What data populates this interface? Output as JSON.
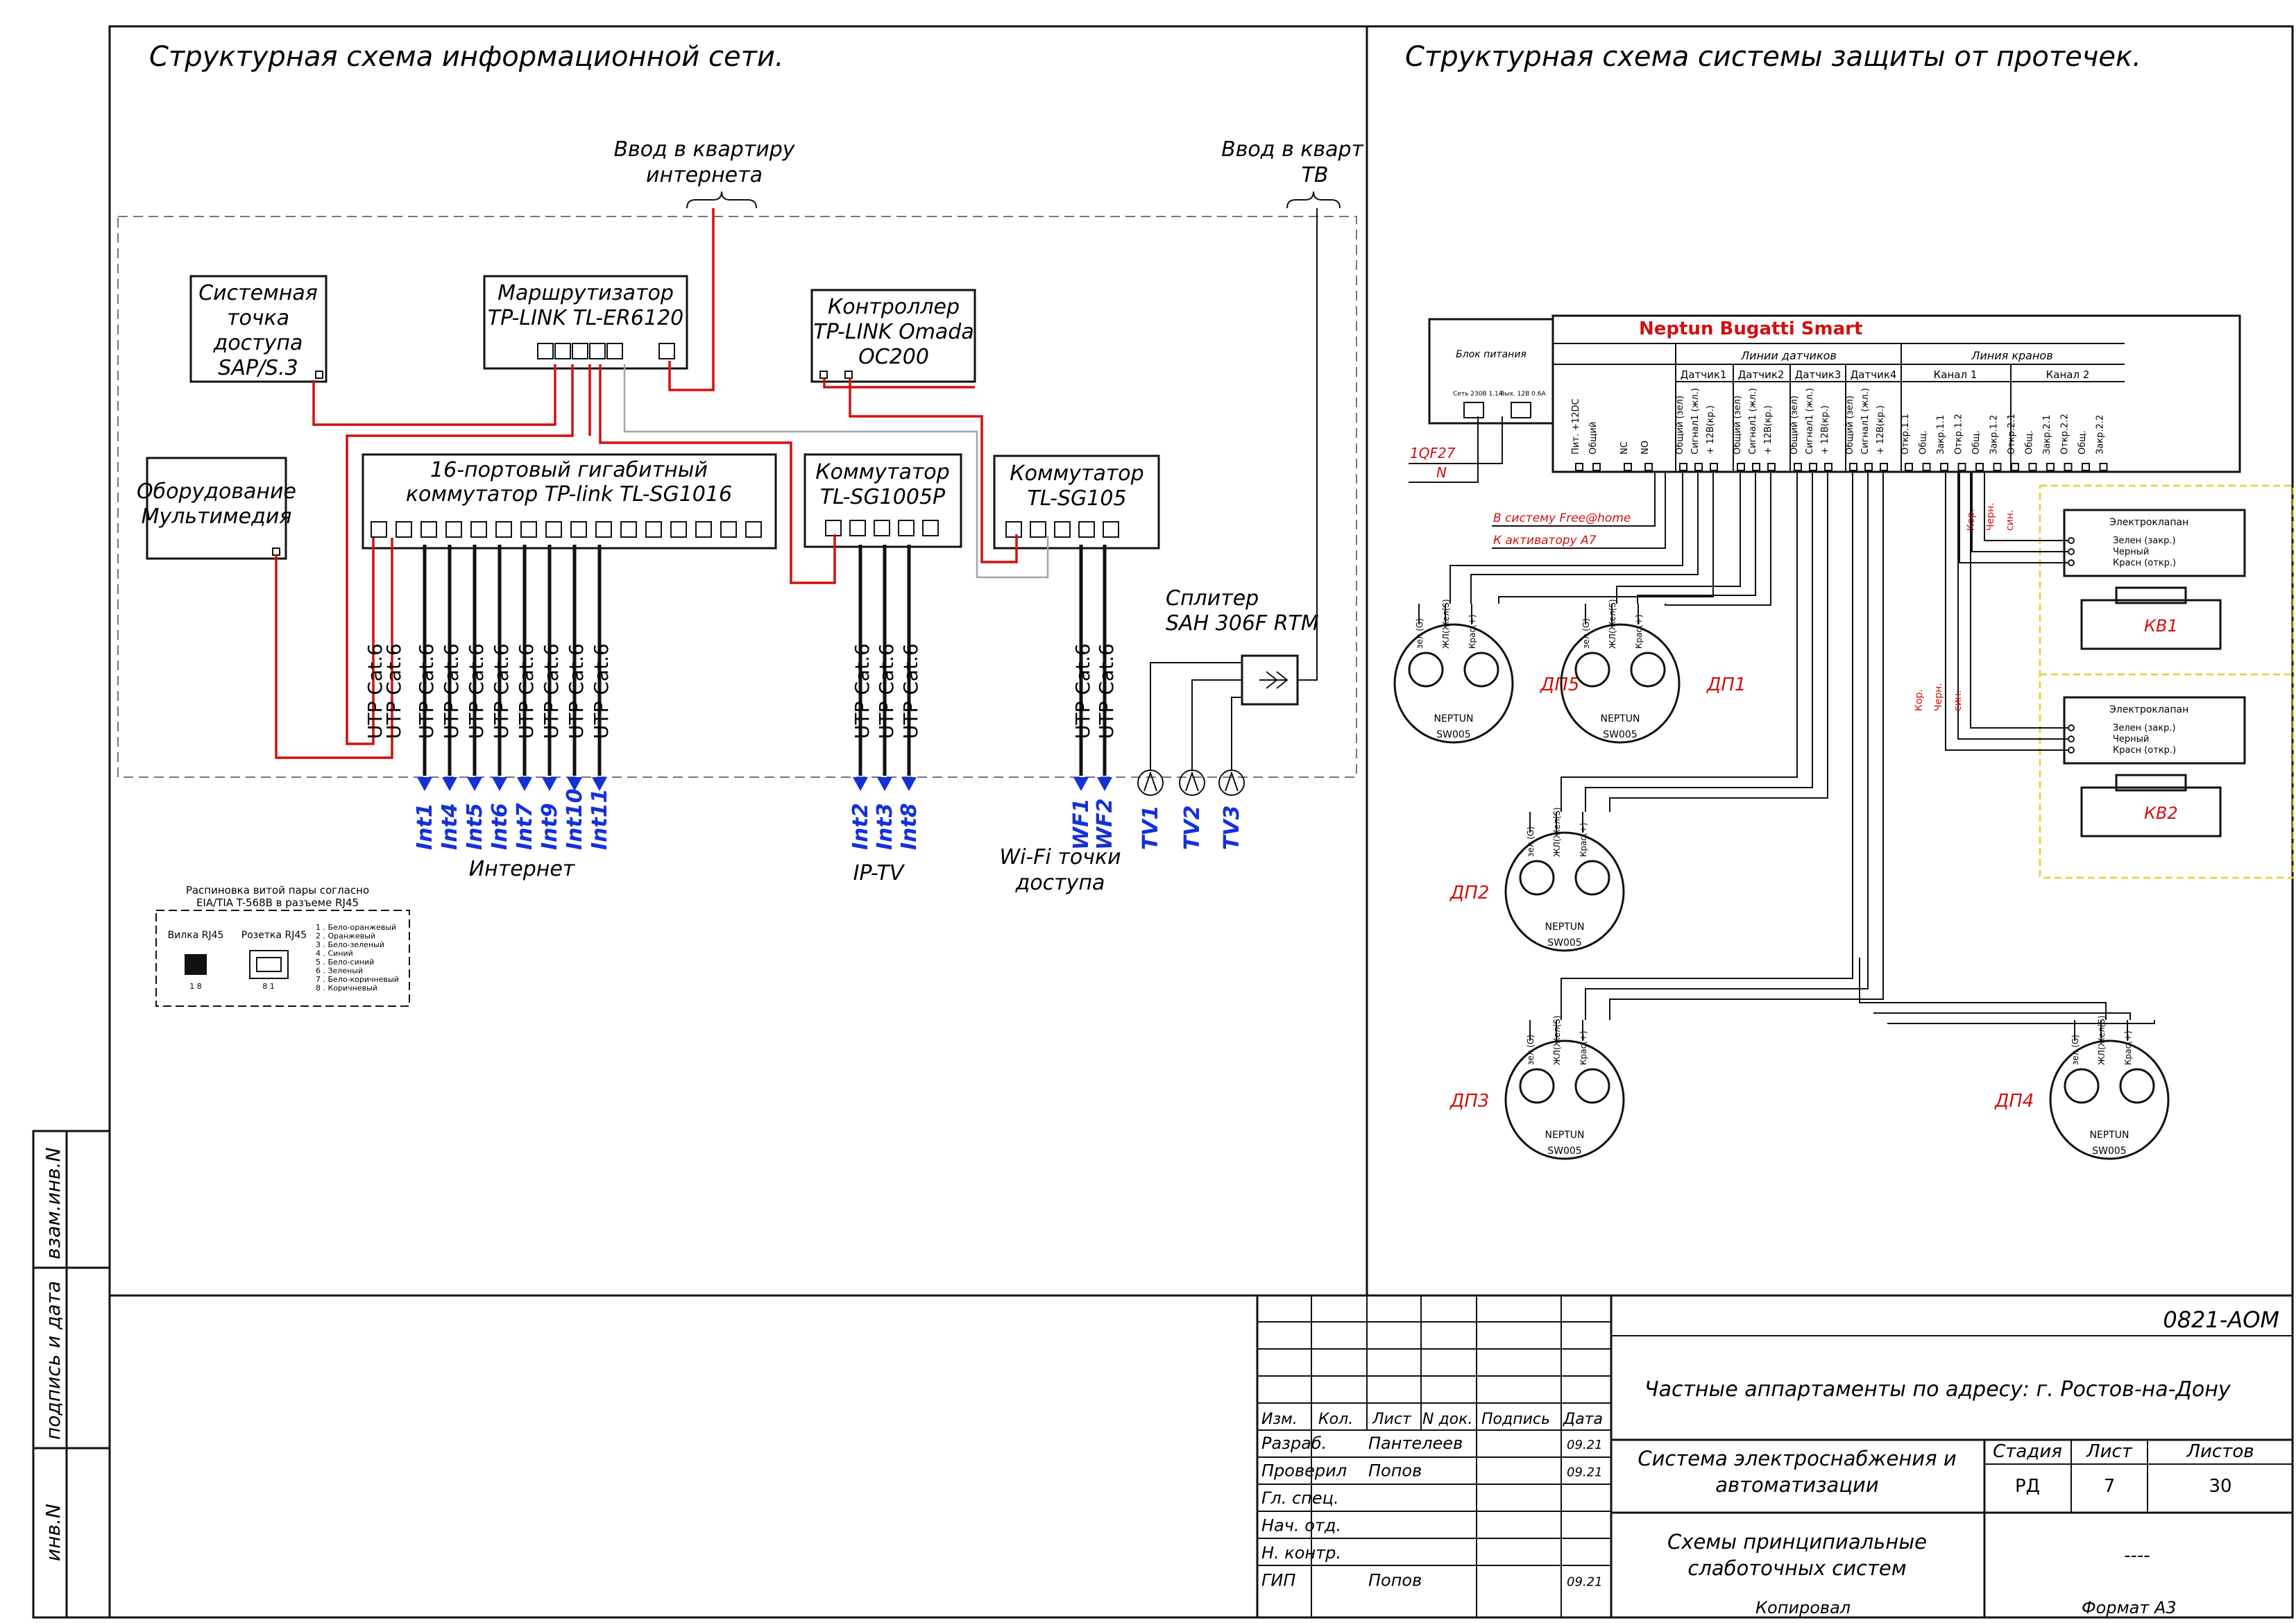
{
  "left": {
    "title": "Структурная схема информационной сети.",
    "entry_internet": [
      "Ввод в квартиру",
      "интернета"
    ],
    "entry_tv": [
      "Ввод в кварт",
      "ТВ"
    ],
    "devices": {
      "sap": [
        "Системная",
        "точка",
        "доступа",
        "SAP/S.3"
      ],
      "router": [
        "Маршрутизатор",
        "TP-LINK TL-ER6120"
      ],
      "controller": [
        "Контроллер",
        "TP-LINK Omada",
        "OC200"
      ],
      "multimedia": [
        "Оборудование",
        "Мультимедия"
      ],
      "switch16": [
        "16-портовый гигабитный",
        "коммутатор TP-link TL-SG1016"
      ],
      "switch5p": [
        "Коммутатор",
        "TL-SG1005P"
      ],
      "switch5": [
        "Коммутатор",
        "TL-SG105"
      ],
      "splitter": [
        "Сплитер",
        "SAH 306F RTM"
      ]
    },
    "cable": "UTP Cat.6",
    "outlets": {
      "internet": [
        "Int1",
        "Int4",
        "Int5",
        "Int6",
        "Int7",
        "Int9",
        "Int10",
        "Int11"
      ],
      "iptv": [
        "Int2",
        "Int3",
        "Int8"
      ],
      "wifi": [
        "WF1",
        "WF2"
      ],
      "tv": [
        "TV1",
        "TV2",
        "TV3"
      ]
    },
    "groups": {
      "internet": "Интернет",
      "iptv": "IP-TV",
      "wifi": [
        "Wi-Fi точки",
        "доступа"
      ]
    },
    "rj45": {
      "title": [
        "Распиновка витой пары согласно",
        "EIA/TIA T-568B в разъеме RJ45"
      ],
      "plug": "Вилка RJ45",
      "socket": "Розетка RJ45",
      "plug_pins": "1   8",
      "socket_pins": "8   1",
      "pins": [
        "1 . Бело-оранжевый",
        "2 . Оранжевый",
        "3 . Бело-зеленый",
        "4 . Синий",
        "5 . Бело-синий",
        "6 . Зеленый",
        "7 . Бело-коричневый",
        "8 . Коричневый"
      ]
    }
  },
  "right": {
    "title": "Структурная схема системы защиты от протечек.",
    "controller": "Neptun Bugatti Smart",
    "power_block": "Блок питания",
    "power_terms": [
      "Сеть 230В 1.1А",
      "Вых. 12В 0.6А"
    ],
    "headers": {
      "sensors": "Линии датчиков",
      "valves": "Линия кранов",
      "sensor_cols": [
        "Датчик1",
        "Датчик2",
        "Датчик3",
        "Датчик4"
      ],
      "channels": [
        "Канал 1",
        "Канал 2"
      ]
    },
    "terminals_left": [
      "Пит. +12DC",
      "Общий",
      "NC",
      "NO"
    ],
    "terminals_sensor": [
      "Общий (зел)",
      "Сигнал1 (жл.)",
      "+ 12В(кр.)"
    ],
    "terminals_channel": [
      "Откр.1.1",
      "Общ.",
      "Закр.1.1",
      "Откр.1.2",
      "Общ.",
      "Закр.1.2"
    ],
    "terminals_channel2": [
      "Откр.2.1",
      "Общ.",
      "Закр.2.1",
      "Откр.2.2",
      "Общ.",
      "Закр.2.2"
    ],
    "feed": [
      "1QF27",
      "N"
    ],
    "links": [
      "В систему Free@home",
      "К активатору А7"
    ],
    "sensor_labels": [
      "ДП5",
      "ДП1",
      "ДП2",
      "ДП3",
      "ДП4"
    ],
    "sensor_model": [
      "NEPTUN",
      "SW005"
    ],
    "sensor_wires": [
      "зел (G)",
      "ЖЛ(Жел(S)",
      "Крас(+)"
    ],
    "valve_title": "Электроклапан",
    "valve_wires": [
      "Зелен (закр.)",
      "Черный",
      "Красн (откр.)"
    ],
    "valve_labels": [
      "КВ1",
      "КВ2"
    ],
    "valve_color_tags": [
      "Кор.",
      "Черн.",
      "син."
    ]
  },
  "side_stamp": [
    "взам.инв.N",
    "подпись и дата",
    "инв.N"
  ],
  "titleblock": {
    "code": "0821-АОМ",
    "object": "Частные аппартаменты по адресу: г. Ростов-на-Дону",
    "system": [
      "Система электроснабжения и",
      "автоматизации"
    ],
    "sheet_title": [
      "Схемы принципиальные",
      "слаботочных систем"
    ],
    "col_heads": [
      "Изм.",
      "Кол.",
      "Лист",
      "N док.",
      "Подпись",
      "Дата"
    ],
    "roles": [
      "Разраб.",
      "Проверил",
      "Гл. спец.",
      "Нач. отд.",
      "Н. контр.",
      "ГИП"
    ],
    "names": [
      "Пантелеев",
      "Попов",
      "",
      "",
      "",
      "Попов"
    ],
    "dates": [
      "09.21",
      "09.21",
      "",
      "",
      "",
      "09.21"
    ],
    "stage_head": "Стадия",
    "sheet_head": "Лист",
    "sheets_head": "Листов",
    "stage": "РД",
    "sheet": "7",
    "sheets": "30",
    "dash": "----",
    "copied": "Копировал",
    "format": "Формат А3"
  }
}
